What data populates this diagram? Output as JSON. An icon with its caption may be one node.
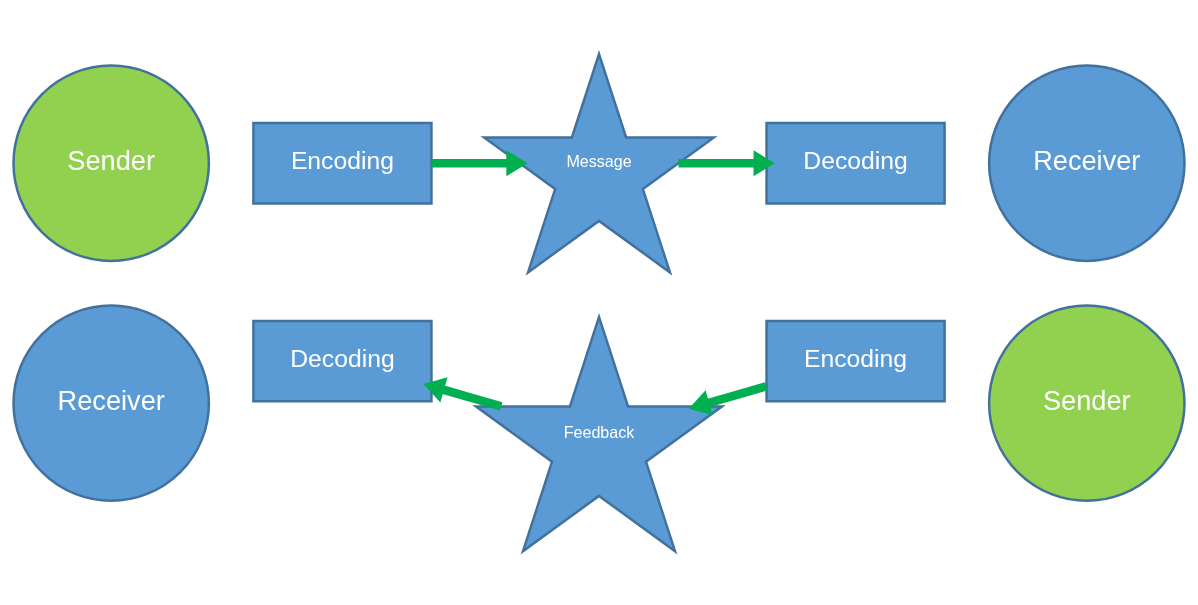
{
  "diagram": {
    "nodes": [
      {
        "text": [
          "Sender"
        ]
      },
      {
        "text": [
          "Encoding"
        ]
      },
      {
        "text": [
          "Message"
        ]
      },
      {
        "text": [
          "Decoding"
        ]
      },
      {
        "text": [
          "Receiver"
        ]
      },
      {
        "text": [
          "Receiver"
        ]
      },
      {
        "text": [
          "Decoding"
        ]
      },
      {
        "text": [
          "Feedback"
        ]
      },
      {
        "text": [
          "Encoding"
        ]
      },
      {
        "text": [
          "Sender"
        ]
      }
    ],
    "edges": [
      {
        "from": 1,
        "to": 2,
        "arrow": "to"
      },
      {
        "from": 2,
        "to": 3,
        "arrow": "to"
      },
      {
        "from": 8,
        "to": 7,
        "arrow": "to"
      },
      {
        "from": 7,
        "to": 6,
        "arrow": "to"
      }
    ]
  }
}
